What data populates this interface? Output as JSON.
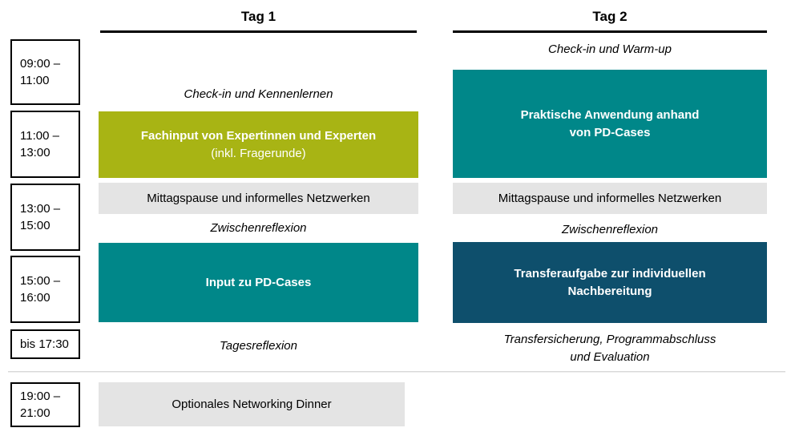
{
  "colors": {
    "green": "#A8B414",
    "teal": "#008789",
    "dark_blue": "#0E4F6C",
    "gray_box": "#E4E4E4",
    "divider": "#D9D9D9",
    "header_underline": "#000000"
  },
  "timeslots": [
    "09:00 –\n11:00",
    "11:00 –\n13:00",
    "13:00 –\n15:00",
    "15:00 –\n16:00",
    "bis 17:30",
    "19:00 –\n21:00"
  ],
  "day1": {
    "title": "Tag 1",
    "checkin": "Check-in und Kennenlernen",
    "expert_input": {
      "title": "Fachinput von Expertinnen und Experten",
      "subtitle": "(inkl. Fragerunde)"
    },
    "lunch": "Mittagspause und informelles Netzwerken",
    "interim_reflection": "Zwischenreflexion",
    "pd_cases_input": "Input zu PD-Cases",
    "day_reflection": "Tagesreflexion",
    "dinner": "Optionales Networking Dinner"
  },
  "day2": {
    "title": "Tag 2",
    "checkin": "Check-in und Warm-up",
    "practical_application": "Praktische Anwendung anhand\nvon PD-Cases",
    "lunch": "Mittagspause und informelles Netzwerken",
    "interim_reflection": "Zwischenreflexion",
    "transfer_task": "Transferaufgabe zur individuellen\nNachbereitung",
    "closing": "Transfersicherung, Programmabschluss\nund Evaluation"
  }
}
